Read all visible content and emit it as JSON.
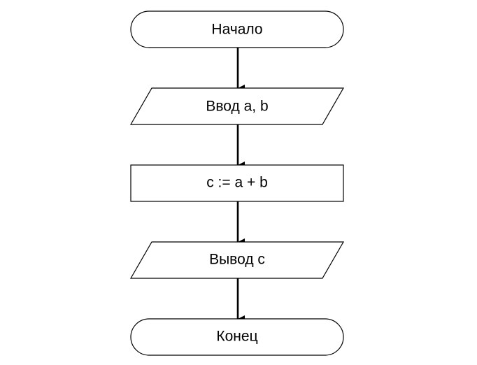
{
  "flowchart": {
    "start": {
      "label": "Начало",
      "shape": "terminator"
    },
    "input": {
      "label": "Ввод a, b",
      "shape": "parallelogram"
    },
    "process": {
      "label": "c := a + b",
      "shape": "rectangle"
    },
    "output": {
      "label": "Вывод c",
      "shape": "parallelogram"
    },
    "end": {
      "label": "Конец",
      "shape": "terminator"
    }
  },
  "colors": {
    "stroke": "#000000",
    "fill": "#ffffff",
    "background": "#ffffff"
  }
}
